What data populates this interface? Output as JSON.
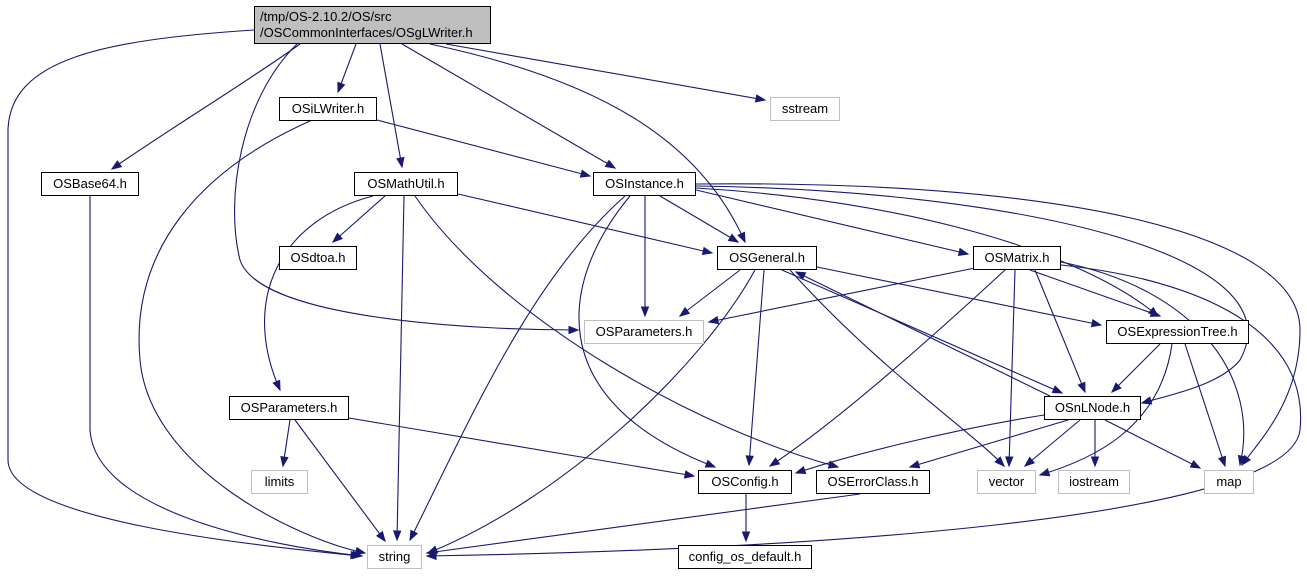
{
  "root": {
    "line1": "/tmp/OS-2.10.2/OS/src",
    "line2": "/OSCommonInterfaces/OSgLWriter.h"
  },
  "nodes": {
    "OSiLWriter": "OSiLWriter.h",
    "sstream": "sstream",
    "OSBase64": "OSBase64.h",
    "OSMathUtil": "OSMathUtil.h",
    "OSInstance": "OSInstance.h",
    "OSdtoa": "OSdtoa.h",
    "OSGeneral": "OSGeneral.h",
    "OSMatrix": "OSMatrix.h",
    "OSParameters_ext": "OSParameters.h",
    "OSExpressionTree": "OSExpressionTree.h",
    "OSParameters": "OSParameters.h",
    "OSnLNode": "OSnLNode.h",
    "limits": "limits",
    "OSConfig": "OSConfig.h",
    "OSErrorClass": "OSErrorClass.h",
    "vector": "vector",
    "iostream": "iostream",
    "map": "map",
    "string": "string",
    "config_os_default": "config_os_default.h"
  },
  "colors": {
    "edge": "#191970",
    "root_fill": "#bfbfbf",
    "external_border": "#bfbfbf"
  }
}
